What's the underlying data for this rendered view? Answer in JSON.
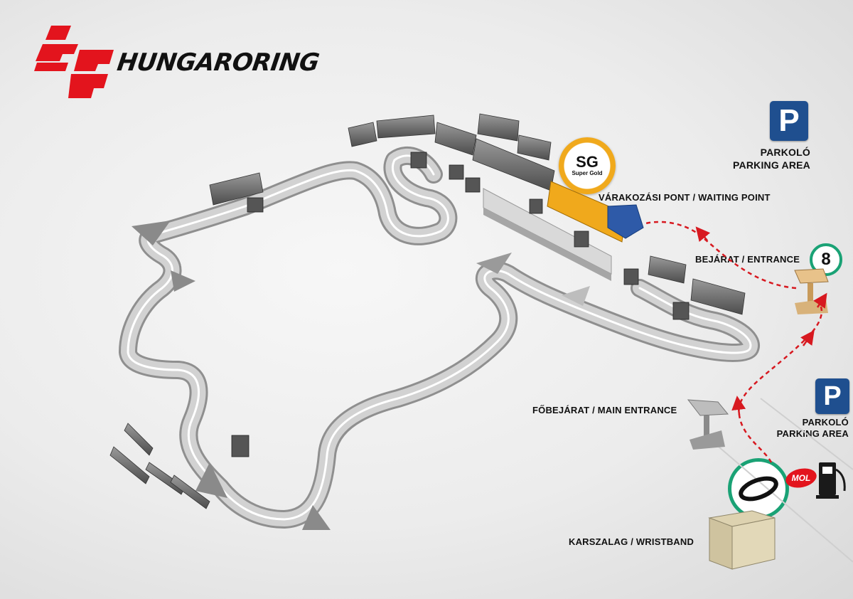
{
  "brand": {
    "name": "HUNGARORING",
    "logo_color": "#e3141d"
  },
  "badges": {
    "sg_code": "SG",
    "sg_text": "Super Gold",
    "entrance_number": "8",
    "sg_ring_color": "#f0a91c",
    "green_ring_color": "#1aa275"
  },
  "labels": {
    "parking_top_hu": "PARKOLÓ",
    "parking_top_en": "PARKING AREA",
    "waiting_point": "VÁRAKOZÁSI PONT / WAITING POINT",
    "entrance": "BEJÁRAT / ENTRANCE",
    "main_entrance": "FŐBEJÁRAT / MAIN ENTRANCE",
    "parking_right_hu": "PARKOLÓ",
    "parking_right_en": "PARKING AREA",
    "wristband": "KARSZALAG / WRISTBAND"
  },
  "signs": {
    "parking_letter": "P",
    "parking_color": "#1f4f8f"
  },
  "sponsor": {
    "mol_text": "MOL",
    "mol_color": "#e3141d"
  },
  "icons": [
    "parking-icon",
    "wristband-icon",
    "fuel-pump-icon",
    "tent-icon",
    "canopy-icon",
    "grandstand-icon",
    "arrow-icon"
  ],
  "route_color": "#d71920"
}
